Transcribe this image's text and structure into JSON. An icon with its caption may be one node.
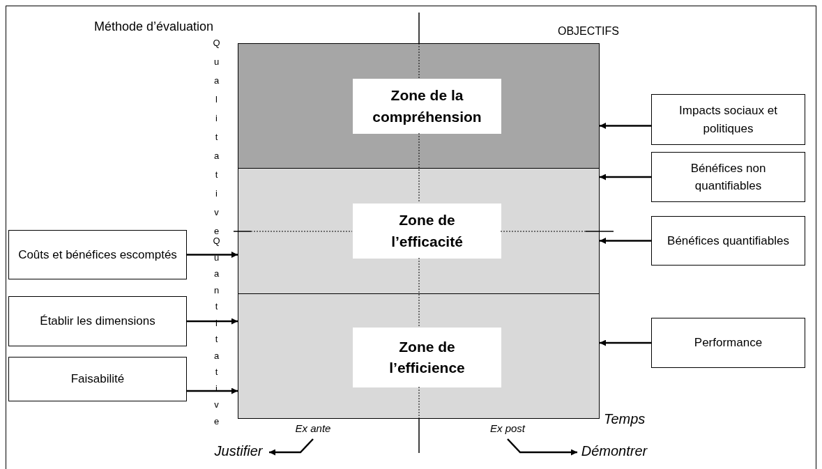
{
  "diagram": {
    "nodes": [
      {
        "text": [
          "Zone de la compréhension"
        ]
      },
      {
        "text": [
          "Zone de l’efficacité"
        ]
      },
      {
        "text": [
          "Zone de l’efficience"
        ]
      },
      {
        "text": [
          "Impacts sociaux et politiques"
        ]
      },
      {
        "text": [
          "Bénéfices non quantifiables"
        ]
      },
      {
        "text": [
          "Coûts et bénéfices escomptés"
        ]
      },
      {
        "text": [
          "Bénéfices quantifiables"
        ]
      },
      {
        "text": [
          "Établir les dimensions"
        ]
      },
      {
        "text": [
          "Performance"
        ]
      },
      {
        "text": [
          "Faisabilité"
        ]
      },
      {
        "text": [
          "Ex ante"
        ]
      },
      {
        "text": [
          "Ex post"
        ]
      },
      {
        "text": [
          "Justifier"
        ]
      },
      {
        "text": [
          "Démontrer"
        ]
      }
    ],
    "edges": [
      {
        "from": 3,
        "to": 0,
        "arrow": "to"
      },
      {
        "from": 4,
        "to": 1,
        "arrow": "to"
      },
      {
        "from": 5,
        "to": 1,
        "arrow": "to"
      },
      {
        "from": 6,
        "to": 1,
        "arrow": "to"
      },
      {
        "from": 7,
        "to": 2,
        "arrow": "to"
      },
      {
        "from": 8,
        "to": 2,
        "arrow": "to"
      },
      {
        "from": 9,
        "to": 2,
        "arrow": "to"
      },
      {
        "from": 10,
        "to": 12,
        "arrow": "to"
      },
      {
        "from": 11,
        "to": 13,
        "arrow": "to"
      }
    ],
    "labels": [
      "Méthode d’évaluation",
      "OBJECTIFS",
      "Qualitative",
      "Quantitative",
      "Temps"
    ]
  }
}
